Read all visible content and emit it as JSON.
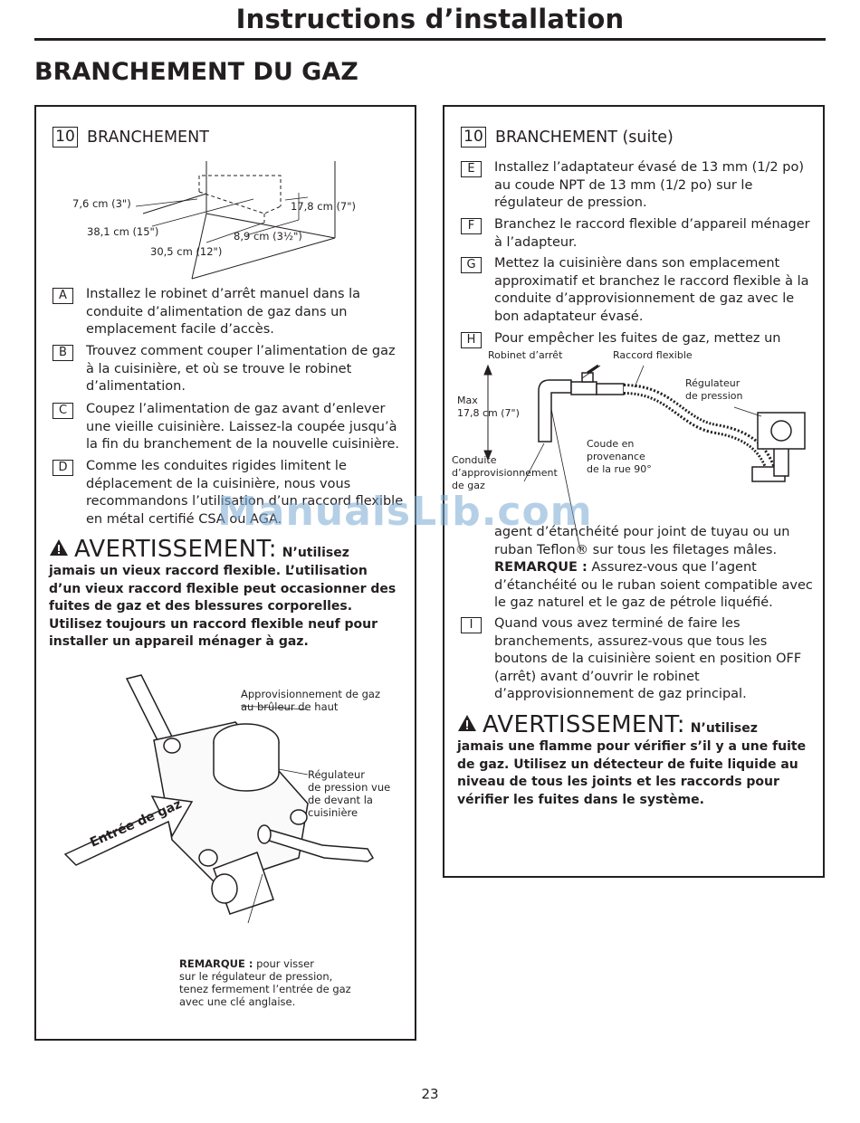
{
  "header": {
    "title": "Instructions d’installation"
  },
  "section_title": "BRANCHEMENT DU GAZ",
  "left_panel": {
    "step_number": "10",
    "step_title": "BRANCHEMENT",
    "dim_labels": {
      "d1": "7,6 cm (3\")",
      "d2": "17,8 cm (7\")",
      "d3": "38,1 cm (15\")",
      "d4": "8,9 cm (3½\")",
      "d5": "30,5 cm (12\")"
    },
    "items": [
      {
        "letter": "A",
        "text": "Installez le robinet d’arrêt manuel dans la conduite d’alimentation de gaz dans un emplacement facile d’accès."
      },
      {
        "letter": "B",
        "text": "Trouvez comment couper l’alimentation de gaz à la cuisinière, et où se trouve le robinet d’alimentation."
      },
      {
        "letter": "C",
        "text": "Coupez l’alimentation de gaz avant d’enlever une vieille cuisinière. Laissez-la coupée jusqu’à la fin du branchement de la nouvelle cuisinière."
      },
      {
        "letter": "D",
        "text": "Comme les conduites rigides limitent le déplacement de la cuisinière, nous vous recommandons l’utilisation d’un raccord flexible en métal certifié CSA ou AGA."
      }
    ],
    "warning": {
      "word": "AVERTISSEMENT:",
      "lead": "N’utilisez",
      "body": "jamais un vieux raccord flexible. L’utilisation d’un vieux raccord flexible peut occasionner des fuites de gaz et des blessures corporelles. Utilisez toujours un raccord flexible neuf pour installer un appareil ménager à gaz."
    },
    "regulator_labels": {
      "supply": "Approvisionnement de gaz\nau brûleur de haut",
      "regulator": "Régulateur\nde pression vue\nde devant la\ncuisinière",
      "gas_inlet": "Entrée de gaz",
      "note_bold": "REMARQUE :",
      "note_text": " pour visser\nsur le régulateur de pression,\ntenez fermement l’entrée de gaz\navec une clé anglaise."
    }
  },
  "right_panel": {
    "step_number": "10",
    "step_title": "BRANCHEMENT (suite)",
    "items": [
      {
        "letter": "E",
        "text": "Installez l’adaptateur évasé de 13 mm (1/2 po) au coude NPT de 13 mm (1/2 po) sur le régulateur de pression."
      },
      {
        "letter": "F",
        "text": "Branchez le raccord flexible d’appareil ménager à l’adapteur."
      },
      {
        "letter": "G",
        "text": "Mettez la cuisinière dans son emplacement approximatif et branchez le raccord flexible à la conduite d’approvisionnement de gaz avec le bon adaptateur évasé."
      },
      {
        "letter": "H",
        "text": "Pour empêcher les fuites de gaz, mettez un"
      }
    ],
    "diagram_labels": {
      "shutoff": "Robinet d’arrêt",
      "flex": "Raccord flexible",
      "regulator": "Régulateur\nde pression",
      "max": "Max\n17,8 cm (7\")",
      "elbow": "Coude en\nprovenance\nde la rue 90°",
      "supply": "Conduite\nd’approvisionnement\nde gaz"
    },
    "h_continued": "agent d’étanchéité pour joint de tuyau ou un ruban Teflon® sur tous les filetages mâles.",
    "h_note_bold": "REMARQUE :",
    "h_note_text": " Assurez-vous que l’agent d’étanchéité ou le ruban soient compatible avec le gaz naturel et le gaz de pétrole liquéfié.",
    "item_i": {
      "letter": "I",
      "text": "Quand vous avez terminé de faire les branchements, assurez-vous que tous les boutons de la cuisinière soient en position OFF (arrêt) avant d’ouvrir le robinet d’approvisionnement de gaz principal."
    },
    "warning": {
      "word": "AVERTISSEMENT:",
      "lead": "N’utilisez",
      "body": "jamais une flamme pour vérifier s’il y a une fuite de gaz. Utilisez un détecteur de fuite liquide au niveau de tous les joints et les raccords pour vérifier les fuites dans le système."
    }
  },
  "watermark": "ManualsLib.com",
  "page_number": "23"
}
